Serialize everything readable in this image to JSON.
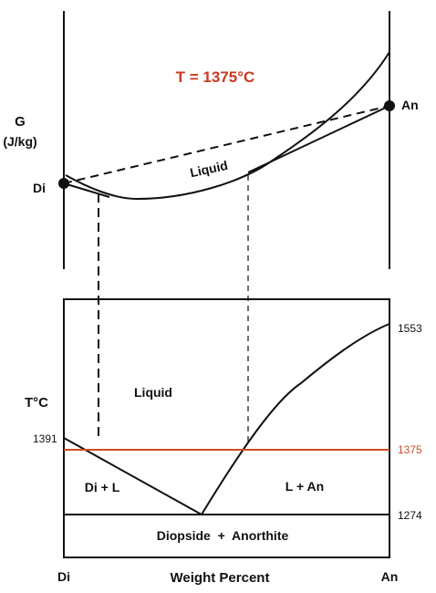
{
  "title": "T = 1375°C",
  "colors": {
    "title": "#c8391f",
    "isotherm": "#d04a2a",
    "ink": "#111111"
  },
  "free_energy": {
    "y_label_line1": "G",
    "y_label_line2": "(J/kg)",
    "di_label": "Di",
    "an_label": "An",
    "curve_label": "Liquid"
  },
  "phase_diagram": {
    "y_label": "T°C",
    "x_label": "Weight Percent",
    "x_left": "Di",
    "x_right": "An",
    "temps": {
      "an_melt": "1553",
      "di_melt": "1391",
      "isotherm": "1375",
      "eutectic": "1274"
    },
    "fields": {
      "liquid": "Liquid",
      "di_l": "Di + L",
      "l_an": "L + An",
      "solid": "Diopside  +  Anorthite"
    }
  }
}
